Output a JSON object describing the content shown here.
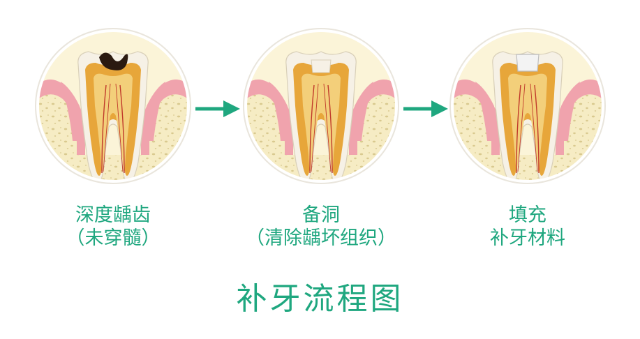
{
  "colors": {
    "accent": "#1fa77f",
    "gum": "#f0a3ad",
    "bone": "#f6ecc4",
    "enamel": "#f6f1e6",
    "dentin": "#e7a63a",
    "pulp": "#f3cf7a",
    "decay": "#2b1a10",
    "filling": "#f3f3f3"
  },
  "steps": [
    {
      "line1": "深度龋齿",
      "line2": "（未穿髓）",
      "state": "decay"
    },
    {
      "line1": "备洞",
      "line2": "（清除龋坏组织）",
      "state": "cavity"
    },
    {
      "line1": "填充",
      "line2": "补牙材料",
      "state": "filled"
    }
  ],
  "title": "补牙流程图"
}
